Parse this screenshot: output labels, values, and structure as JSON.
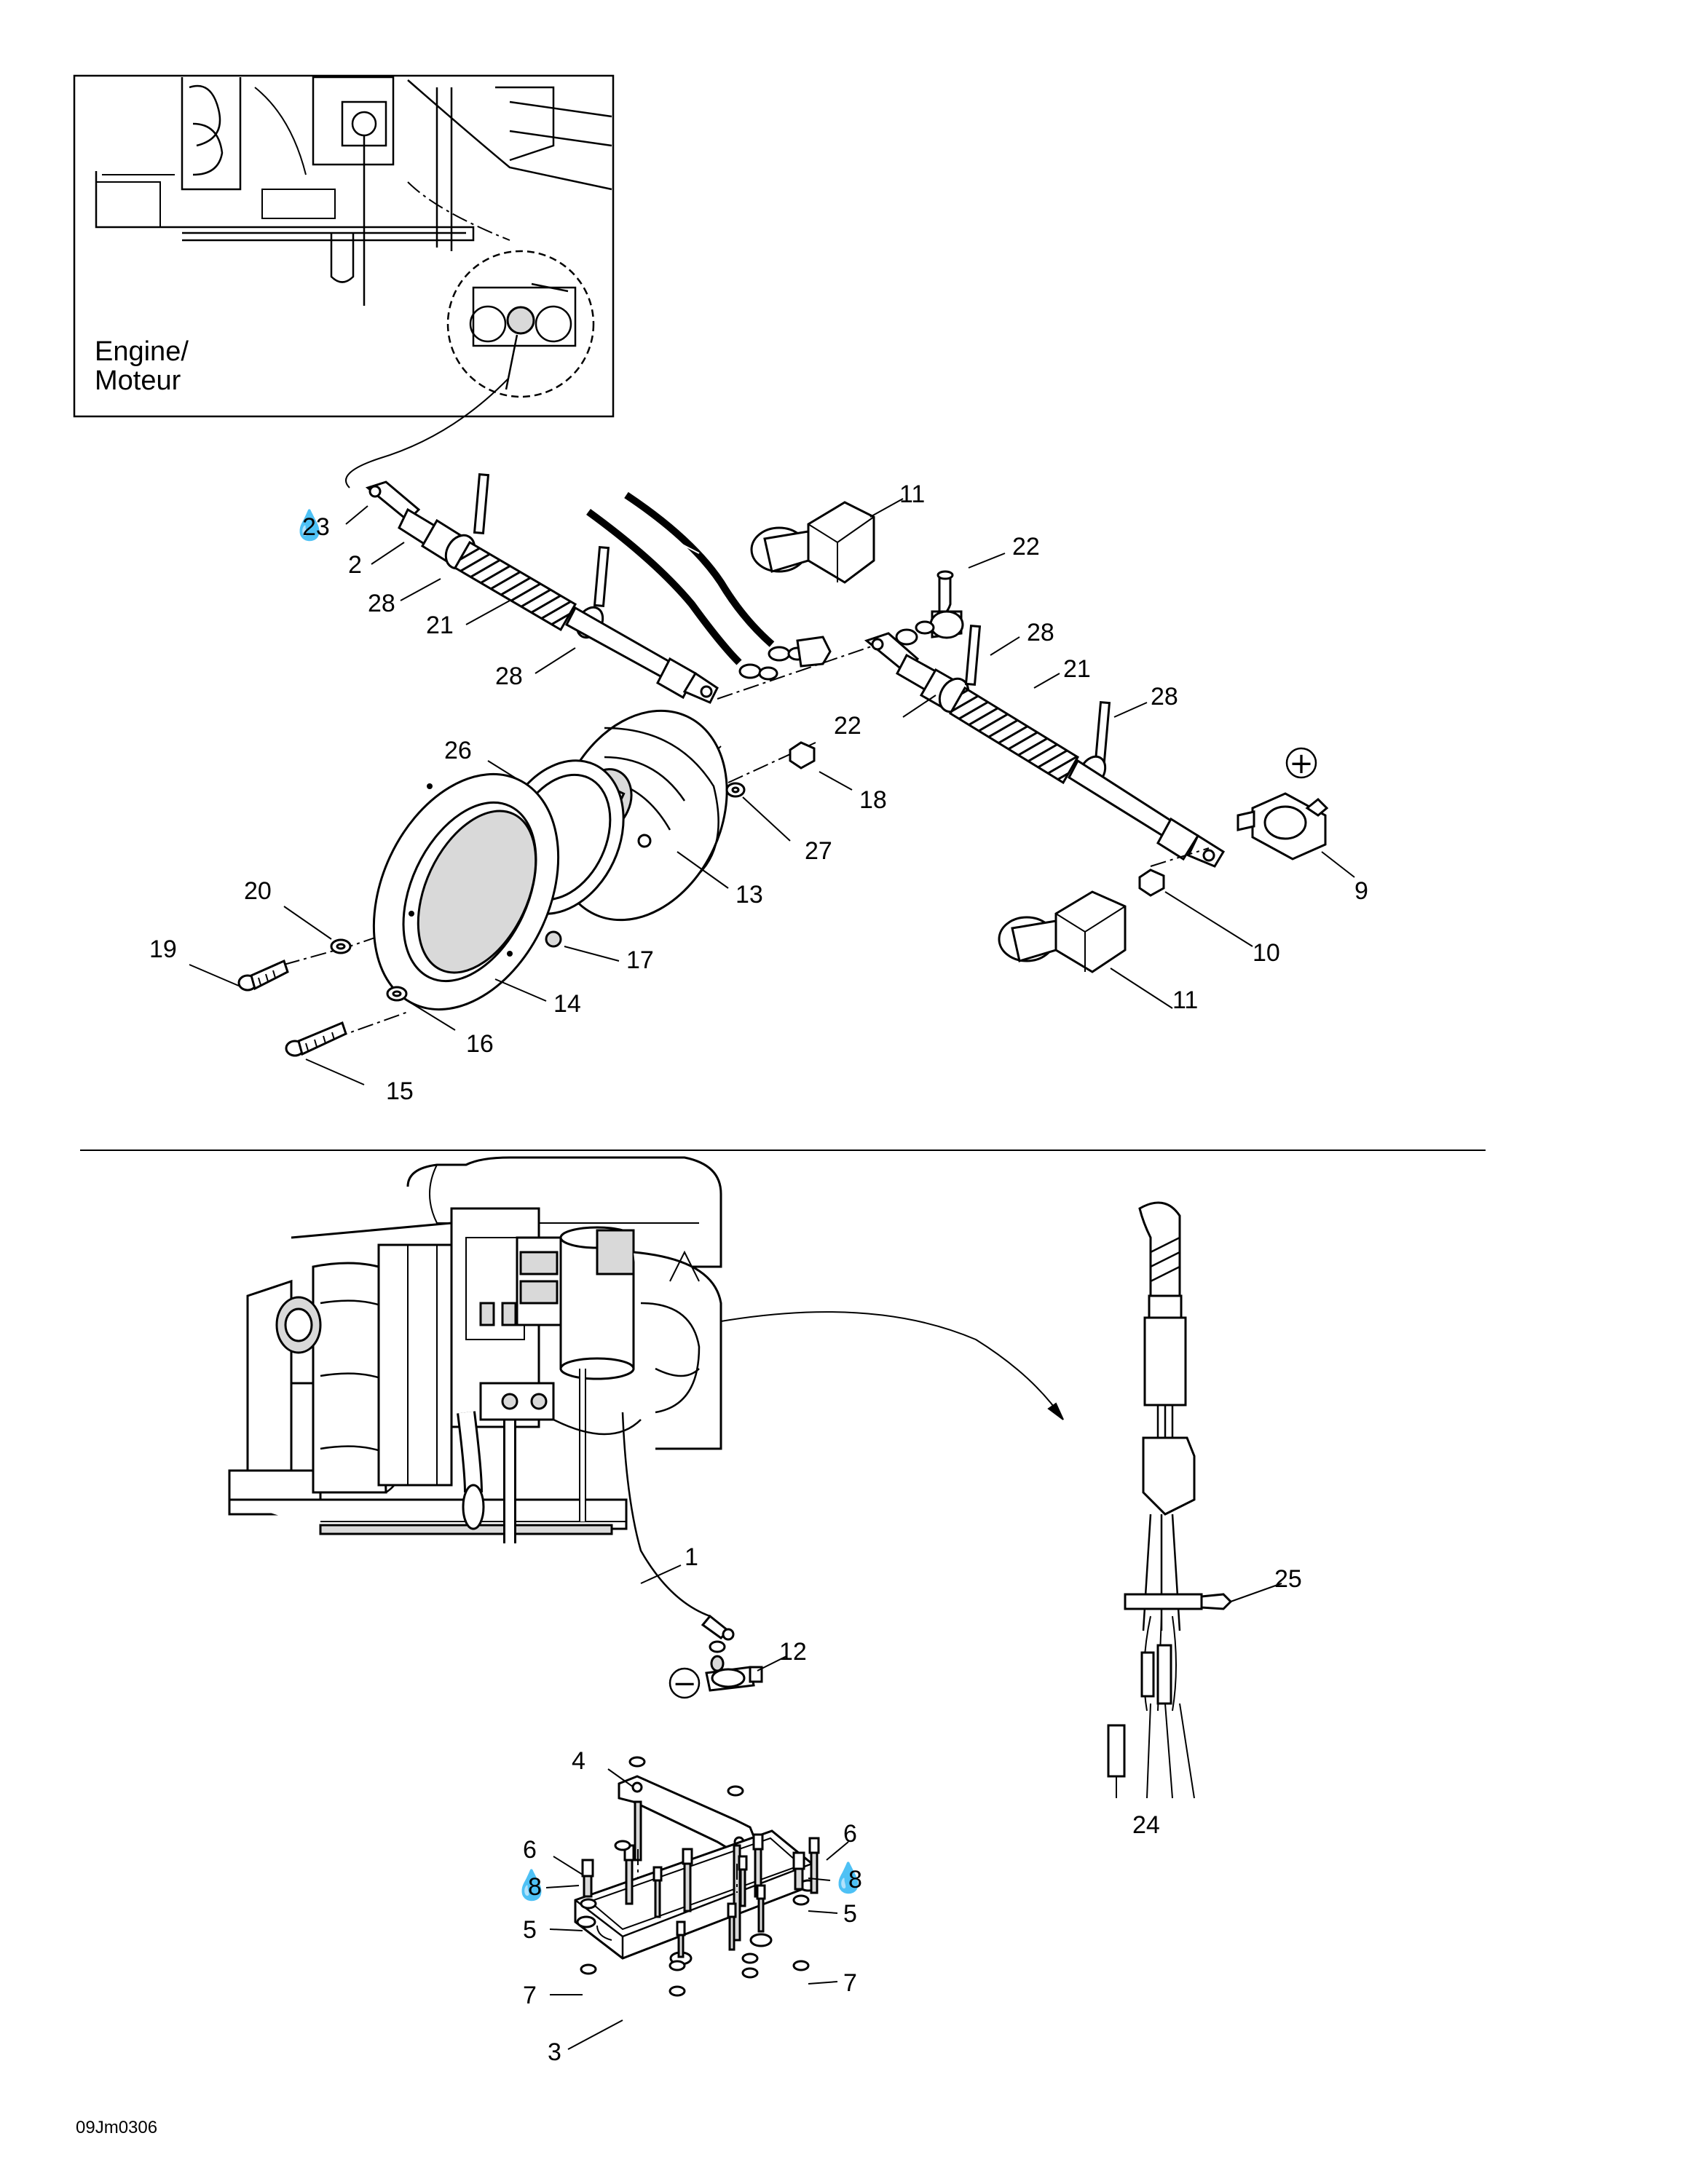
{
  "inset": {
    "label_line1": "Engine/",
    "label_line2": "Moteur"
  },
  "symbols": {
    "positive": "+",
    "negative": "−",
    "adhesive": "💧"
  },
  "callouts": {
    "c1": "1",
    "c2": "2",
    "c3": "3",
    "c4": "4",
    "c5a": "5",
    "c5b": "5",
    "c6a": "6",
    "c6b": "6",
    "c7a": "7",
    "c7b": "7",
    "c8a": "8",
    "c8b": "8",
    "c9": "9",
    "c10": "10",
    "c11a": "11",
    "c11b": "11",
    "c12": "12",
    "c13": "13",
    "c14": "14",
    "c15": "15",
    "c16": "16",
    "c17": "17",
    "c18": "18",
    "c19": "19",
    "c20": "20",
    "c21a": "21",
    "c21b": "21",
    "c22a": "22",
    "c22b": "22",
    "c23": "23",
    "c24": "24",
    "c25": "25",
    "c26": "26",
    "c27": "27",
    "c28a": "28",
    "c28b": "28",
    "c28c": "28",
    "c28d": "28"
  },
  "drawing_code": "09Jm0306"
}
